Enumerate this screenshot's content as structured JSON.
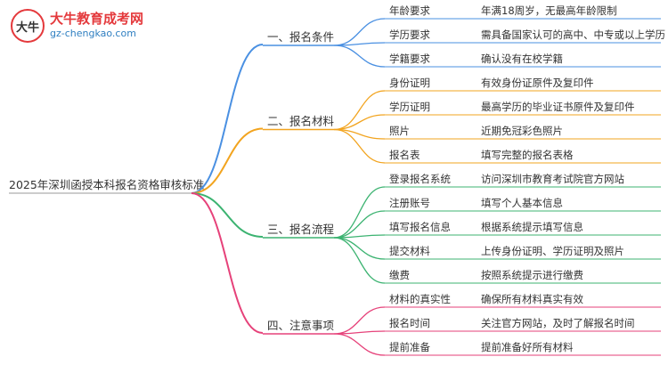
{
  "logo": {
    "title": "大牛教育成考网",
    "url": "gz-chengkao.com",
    "badge_text": "大牛"
  },
  "root": {
    "label": "2025年深圳函授本科报名资格审核标准"
  },
  "colors": {
    "branch1": "#4a90e2",
    "branch2": "#f2a41f",
    "branch3": "#3cb371",
    "branch4": "#e6427a"
  },
  "branches": [
    {
      "label": "一、报名条件",
      "items": [
        {
          "key": "年龄要求",
          "value": "年满18周岁，无最高年龄限制"
        },
        {
          "key": "学历要求",
          "value": "需具备国家认可的高中、中专或以上学历"
        },
        {
          "key": "学籍要求",
          "value": "确认没有在校学籍"
        }
      ]
    },
    {
      "label": "二、报名材料",
      "items": [
        {
          "key": "身份证明",
          "value": "有效身份证原件及复印件"
        },
        {
          "key": "学历证明",
          "value": "最高学历的毕业证书原件及复印件"
        },
        {
          "key": "照片",
          "value": "近期免冠彩色照片"
        },
        {
          "key": "报名表",
          "value": "填写完整的报名表格"
        }
      ]
    },
    {
      "label": "三、报名流程",
      "items": [
        {
          "key": "登录报名系统",
          "value": "访问深圳市教育考试院官方网站"
        },
        {
          "key": "注册账号",
          "value": "填写个人基本信息"
        },
        {
          "key": "填写报名信息",
          "value": "根据系统提示填写信息"
        },
        {
          "key": "提交材料",
          "value": "上传身份证明、学历证明及照片"
        },
        {
          "key": "缴费",
          "value": "按照系统提示进行缴费"
        }
      ]
    },
    {
      "label": "四、注意事项",
      "items": [
        {
          "key": "材料的真实性",
          "value": "确保所有材料真实有效"
        },
        {
          "key": "报名时间",
          "value": "关注官方网站，及时了解报名时间"
        },
        {
          "key": "提前准备",
          "value": "提前准备好所有材料"
        }
      ]
    }
  ]
}
